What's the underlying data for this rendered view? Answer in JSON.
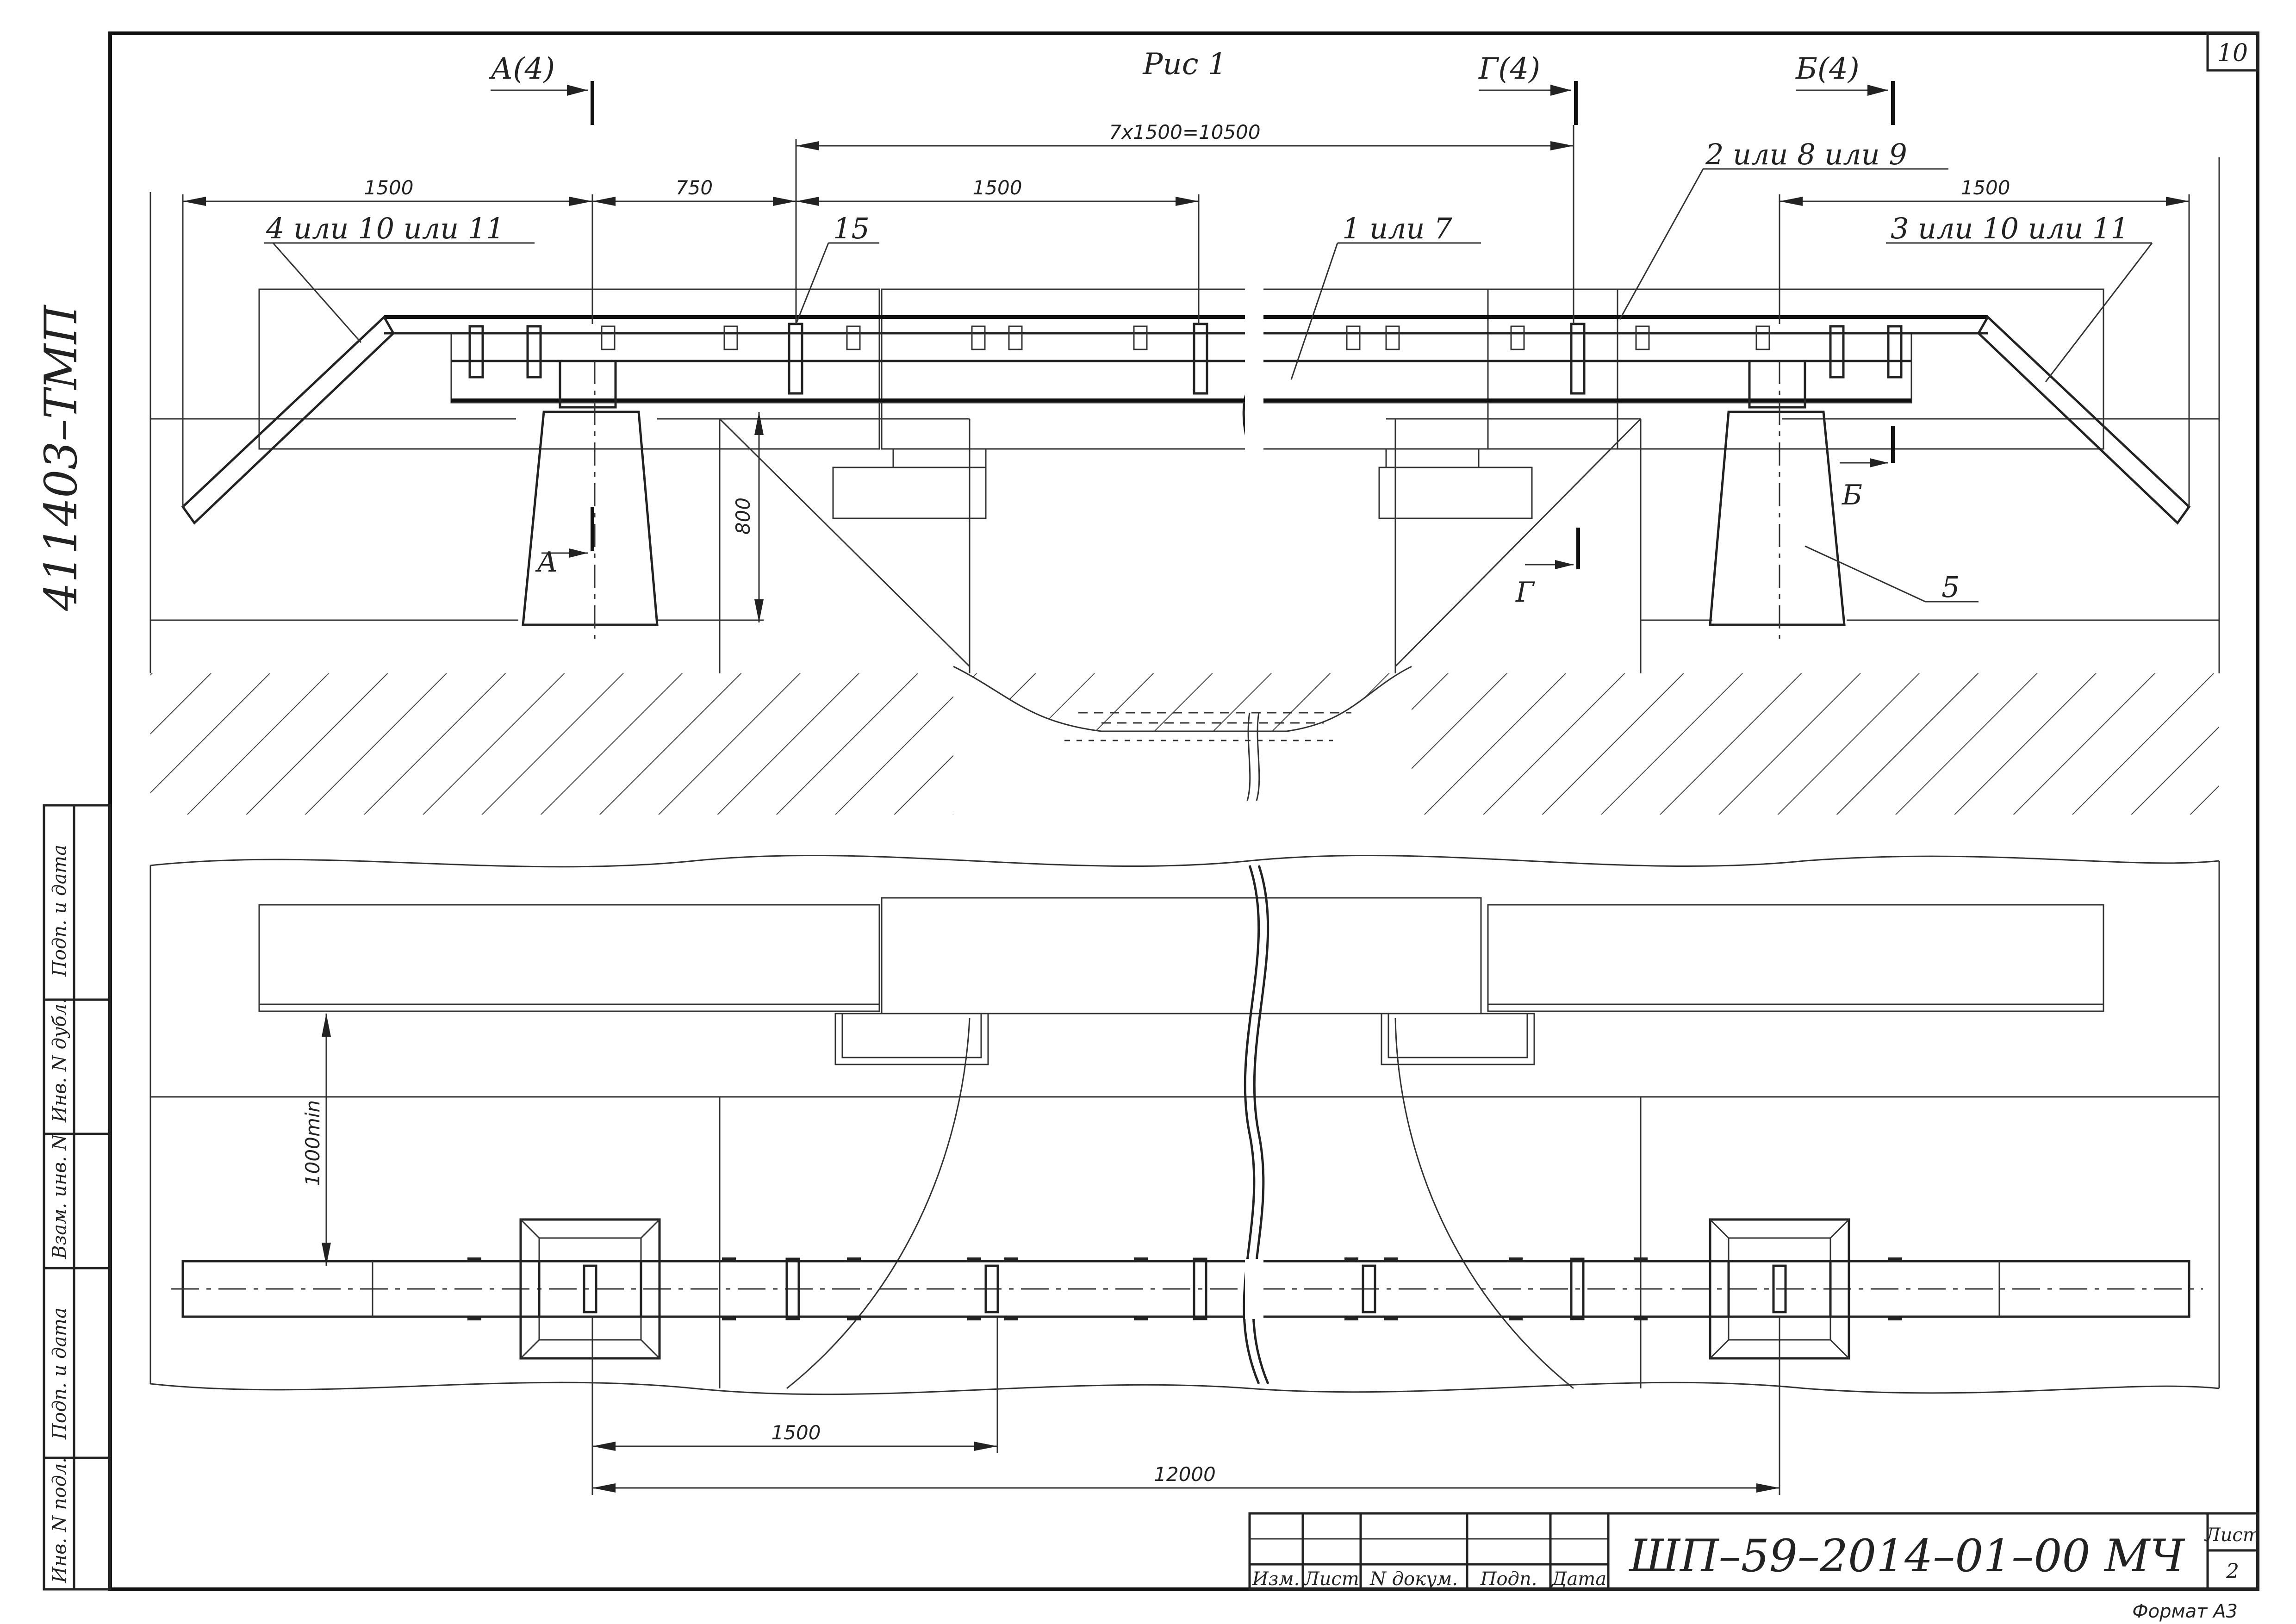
{
  "sheet_number": "10",
  "figure_title": "Рис 1",
  "side_code": "411403–ТМП",
  "section_marks": {
    "a_top": "А(4)",
    "g_top": "Г(4)",
    "b_top": "Б(4)",
    "a_cut": "А",
    "b_cut": "Б",
    "g_cut": "Г"
  },
  "dimensions": {
    "total_span": "7x1500=10500",
    "left_1500": "1500",
    "d_750": "750",
    "mid_1500": "1500",
    "right_1500": "1500",
    "height_800": "800",
    "clearance": "1000min",
    "plan_1500": "1500",
    "plan_12000": "12000"
  },
  "leaders": {
    "l_4_10_11": "4 или 10 или 11",
    "l_15": "15",
    "l_1_7": "1 или 7",
    "l_2_8_9": "2 или 8 или 9",
    "l_3_10_11": "3 или 10 или 11",
    "l_5": "5"
  },
  "side_stamp": {
    "labels": [
      "Подп. и дата",
      "Инв. N дубл.",
      "Взам. инв. N",
      "Подп. и дата",
      "Инв. N подл."
    ]
  },
  "title_block": {
    "columns": [
      "Изм.",
      "Лист",
      "N докум.",
      "Подп.",
      "Дата"
    ],
    "designation": "ШП–59–2014–01–00 МЧ",
    "sheet_label": "Лист",
    "sheet_value": "2"
  },
  "format": "Формат А3"
}
